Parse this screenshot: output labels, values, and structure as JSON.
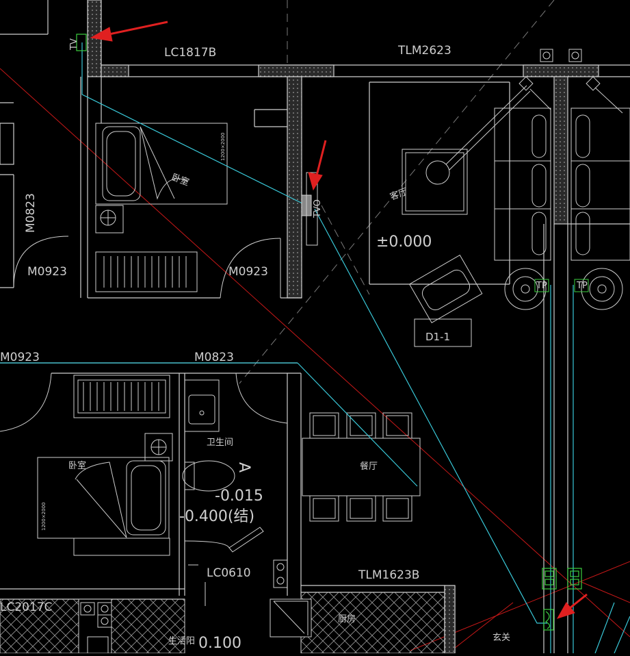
{
  "drawing": {
    "colors": {
      "background": "#000000",
      "wall": "#d0d0d0",
      "cyan_wire": "#39c8d8",
      "red_line": "#c81818",
      "arrow": "#e02020",
      "green_device": "#3cd040",
      "gray": "#a8a8a8"
    },
    "labels": {
      "window_top": "LC1817B",
      "door_top": "TLM2623",
      "door_m0823_left": "M0823",
      "door_m0923_left": "M0923",
      "door_m0923_mid": "M0923",
      "door_m0923_far": "M0923",
      "door_m0823_mid": "M0823",
      "bed_size_1": "1200×2000",
      "bedroom_1": "卧室",
      "living_room": "客厅",
      "elevation_0": "±0.000",
      "d1": "D1-1",
      "bathroom": "卫生间",
      "bedroom_2": "卧室",
      "bed_size_2": "1200×2000",
      "dining": "餐厅",
      "elevation_bath": "-0.015",
      "elevation_struct": "-0.400(结)",
      "window_bath": "LC0610",
      "door_kitchen": "TLM1623B",
      "window_bottom_left": "LC2017C",
      "kitchen": "厨房",
      "entry": "玄关",
      "balcony": "生活阳",
      "elevation_bottom": "0.100",
      "tv_top": "TV",
      "tv_mid": "TVO",
      "tp_left": "TP",
      "tp_right": "TP",
      "bath_tag": "A"
    }
  }
}
